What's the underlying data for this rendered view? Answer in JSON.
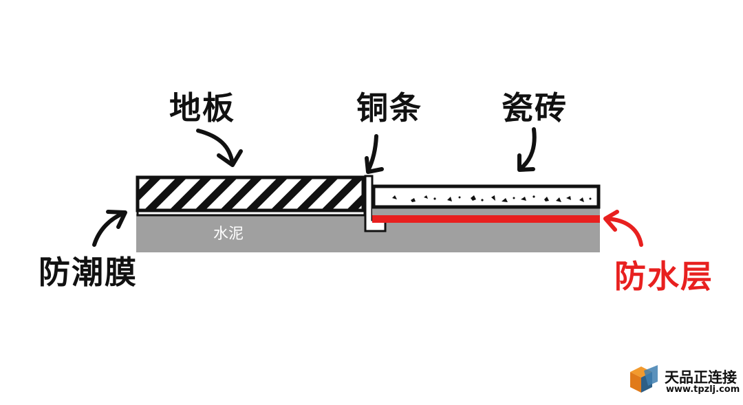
{
  "labels": {
    "floor": "地板",
    "copper_strip": "铜条",
    "tile": "瓷砖",
    "moisture_film": "防潮膜",
    "waterproof_layer": "防水层",
    "cement": "水泥"
  },
  "colors": {
    "ink": "#111111",
    "cement": "#a0a0a0",
    "waterproof": "#e8201f",
    "membrane": "#ffffff"
  },
  "icons": {
    "arrow": "curved-arrow-icon",
    "logo": "cube-logo-icon"
  },
  "watermark": {
    "name": "天品正连接",
    "url": "www.tpzlj.com"
  }
}
